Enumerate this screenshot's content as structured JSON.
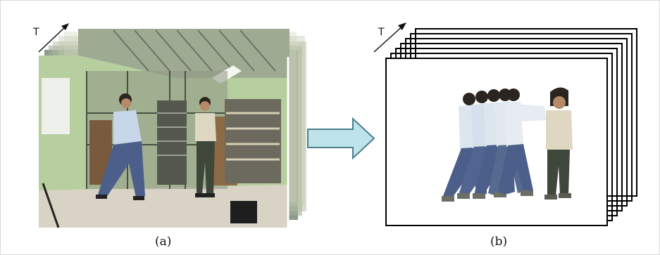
{
  "panel_a": {
    "time_label": "T",
    "caption": "(a)"
  },
  "panel_b": {
    "time_label": "T",
    "caption": "(b)"
  },
  "arrow": {
    "fill": "#bfe3ea",
    "stroke": "#4a7f8c"
  },
  "colors": {
    "wall": "#b7cf9f",
    "floor": "#d8d3c4",
    "shirt_blue": "#c8d6ea",
    "pants_blue": "#4b5f8a",
    "shirt_beige": "#ded7c2",
    "pants_dark": "#3f463a",
    "skin": "#b58a66",
    "hair": "#2a2520"
  }
}
